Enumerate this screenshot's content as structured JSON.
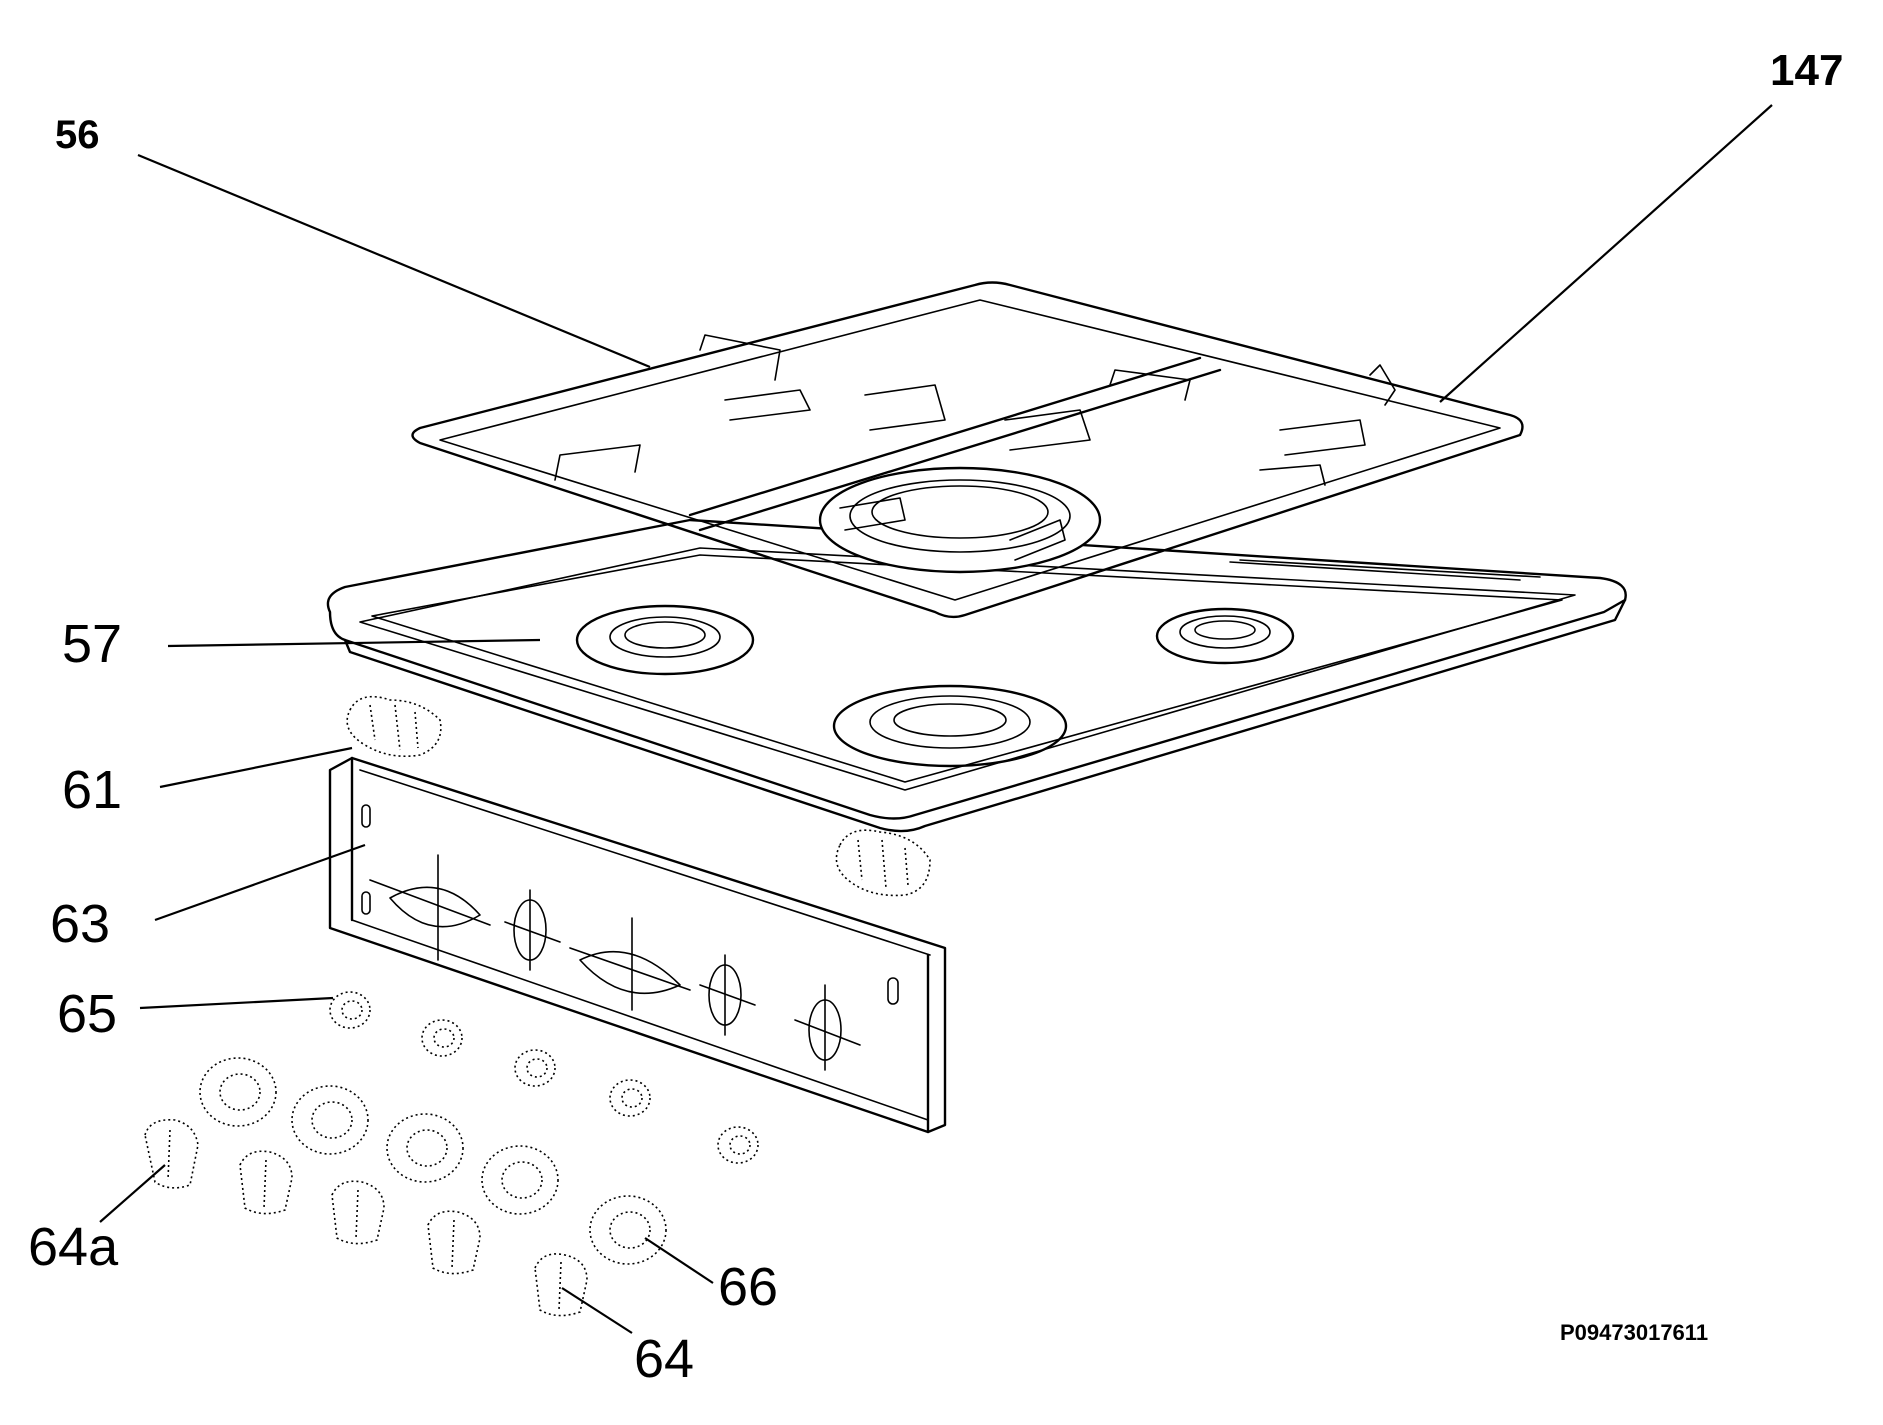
{
  "callouts": {
    "c56": "56",
    "c147": "147",
    "c57": "57",
    "c61": "61",
    "c63": "63",
    "c65": "65",
    "c64a": "64a",
    "c66": "66",
    "c64": "64"
  },
  "reference_code": "P09473017611"
}
